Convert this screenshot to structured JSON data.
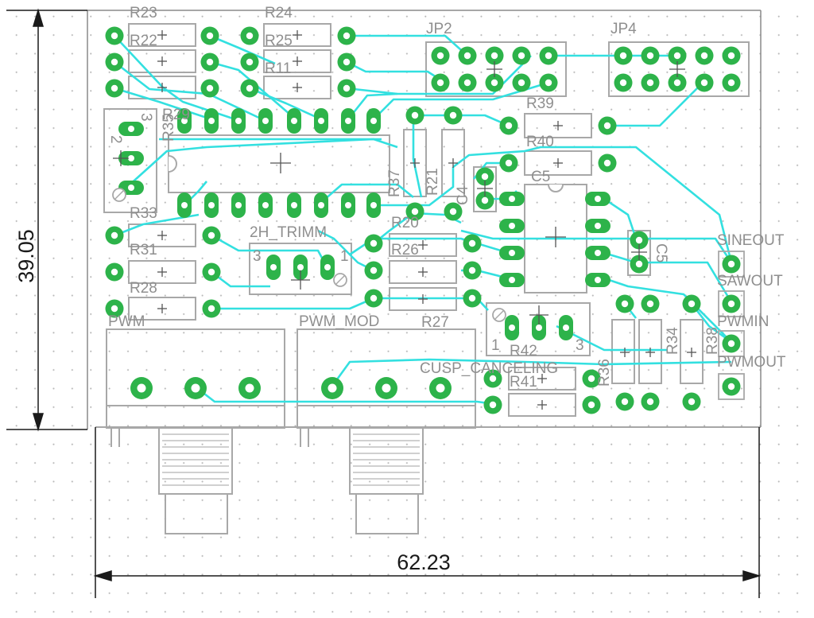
{
  "dimensions": {
    "width": "62.23",
    "height": "39.05"
  },
  "components": {
    "R23": "R23",
    "R22": "R22",
    "R24": "R24",
    "R25": "R25",
    "R11": "R11",
    "JP2": "JP2",
    "JP4": "JP4",
    "R29": "R29",
    "R35": "R35",
    "R39": "R39",
    "R40": "R40",
    "R37": "R37",
    "R21": "R21",
    "C4": "C4",
    "C5a": "C5",
    "C5b": "C5",
    "R20": "R20",
    "R26": "R26",
    "R33": "R33",
    "R31": "R31",
    "R28": "R28",
    "trimmer1": "2H_TRIMM",
    "R27": "R27",
    "R42": "R42",
    "R41": "R41",
    "cusp": "CUSP_CANCELING",
    "R36": "R36",
    "R34": "R34",
    "R38": "R38",
    "pwm": "PWM",
    "pwm_mod": "PWM_MOD"
  },
  "pins": {
    "t1_left": "3",
    "t1_right": "1",
    "t2_left": "1",
    "t2_right": "3",
    "t3_top": "3",
    "t3_mid": "2"
  },
  "connectors": {
    "sineout": "SINEOUT",
    "sawout": "SAWOUT",
    "pwmin": "PWMIN",
    "pwmout": "PWMOUT"
  },
  "colors": {
    "trace": "#33e0e0",
    "pad": "#2db34a",
    "outline": "#a8a8a8",
    "dimension": "#1a1a1a"
  }
}
